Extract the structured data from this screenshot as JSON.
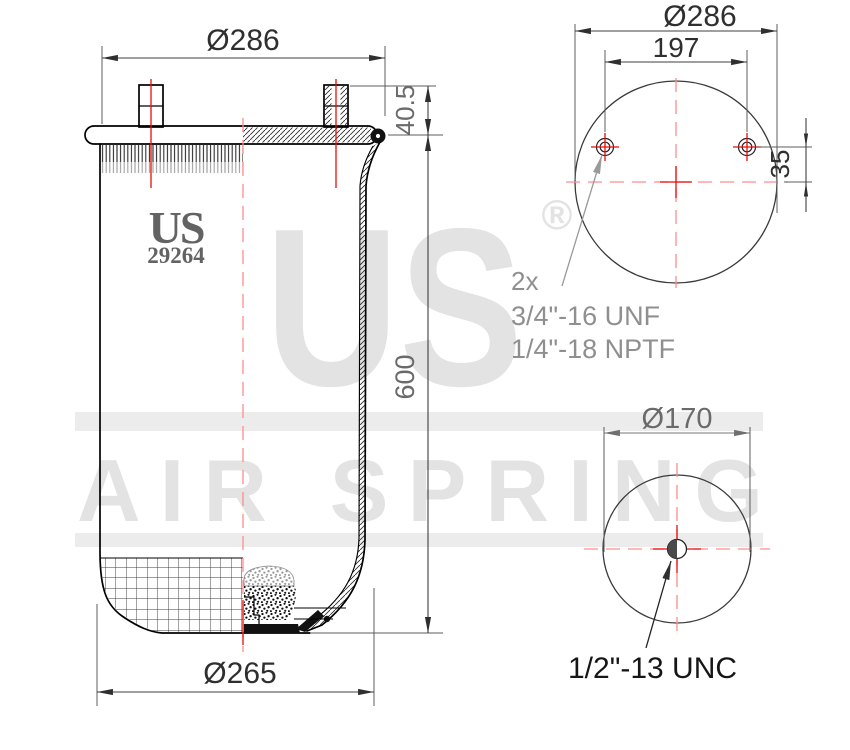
{
  "watermark": {
    "brand": "US",
    "registered": "®",
    "tagline": "AIR SPRING"
  },
  "label": {
    "brand": "US",
    "part_number": "29264"
  },
  "side_view": {
    "top_diameter": "Ø286",
    "plate_height": "40.5",
    "overall_height": "600",
    "bottom_diameter": "Ø265"
  },
  "top_view": {
    "outer_diameter": "Ø286",
    "stud_spacing": "197",
    "stud_offset": "35",
    "callout": {
      "qty": "2x",
      "line1": "3/4\"-16 UNF",
      "line2": "1/4\"-18 NPTF"
    }
  },
  "bottom_view": {
    "piston_diameter": "Ø170",
    "callout": "1/2\"-13 UNC"
  },
  "colors": {
    "centerline": "#ea0b0b",
    "centerline_dash": "#ff8d8d",
    "watermark": "#e3e3e3",
    "watermark_band": "#ececec",
    "annotation_gray": "#8f8f8f",
    "dimension_text": "#2f2f2f",
    "line": "#000000"
  }
}
